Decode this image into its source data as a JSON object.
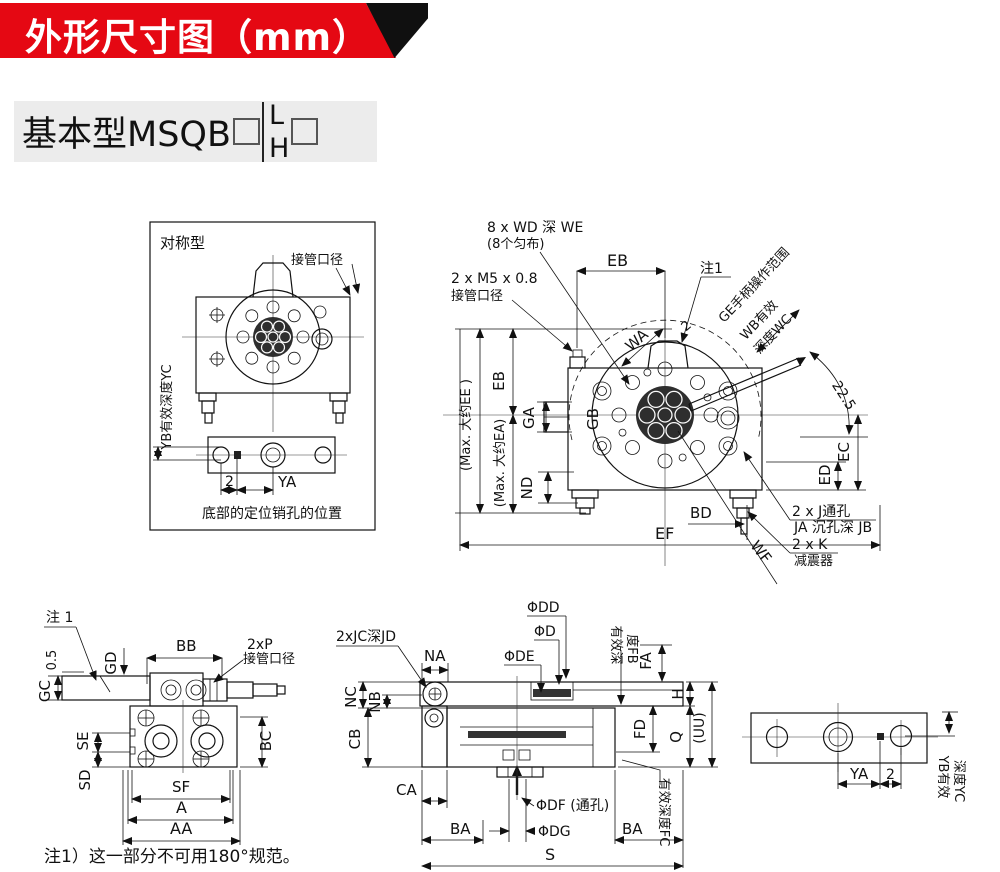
{
  "header": {
    "title": "外形尺寸图（mm）",
    "banner_color": "#e50813"
  },
  "model_line": {
    "prefix": "基本型",
    "code": "MSQB",
    "top_option": "L",
    "bottom_option": "H"
  },
  "symmetric_view": {
    "title": "对称型",
    "port_label": "接管口径",
    "depth_label": "YB有效深度YC",
    "dim_2": "2",
    "dim_ya": "YA",
    "caption": "底部的定位销孔的位置"
  },
  "main_view": {
    "bolt_label_1": "8 x WD 深 WE",
    "bolt_label_2": "(8个匀布)",
    "dim_eb_top": "EB",
    "note1": "注1",
    "port_label_1": "2 x M5 x 0.8",
    "port_label_2": "接管口径",
    "dim_wa": "WA",
    "dim_2": "2",
    "handle_label": "GE手柄操作范围",
    "wb_label_1": "WB有效",
    "wb_label_2": "深度WC",
    "angle": "22.5",
    "dim_ee": "(Max. 大约EE )",
    "dim_eb_left": "EB",
    "dim_ea": "(Max. 大约EA)",
    "dim_ga": "GA",
    "dim_gb": "GB",
    "dim_nd": "ND",
    "dim_ec": "EC",
    "dim_ed": "ED",
    "dim_bd": "BD",
    "dim_ef": "EF",
    "dim_wf": "WF",
    "j_label_1": "2 x J通孔",
    "j_label_2": "JA 沉孔深 JB",
    "k_label_1": "2 x K",
    "k_label_2": "减震器"
  },
  "bottom_view": {
    "note1": "注 1",
    "dim_05": "0.5",
    "dim_gc": "GC",
    "dim_gd": "GD",
    "dim_bb": "BB",
    "port_label_1": "2xP",
    "port_label_2": "接管口径",
    "dim_se": "SE",
    "dim_sd": "SD",
    "dim_bc": "BC",
    "dim_sf": "SF",
    "dim_a": "A",
    "dim_aa": "AA"
  },
  "side_view": {
    "jc_label": "2xJC深JD",
    "dim_na": "NA",
    "dim_dd": "ΦDD",
    "dim_d": "ΦD",
    "dim_de": "ΦDE",
    "fb_label_1": "有效深",
    "fb_label_2": "度FB",
    "dim_fa": "FA",
    "dim_nc": "NC",
    "dim_nb": "NB",
    "dim_h": "H",
    "dim_cb": "CB",
    "dim_fd": "FD",
    "dim_q": "Q",
    "dim_uu": "(UU)",
    "dim_ca": "CA",
    "df_label": "ΦDF (通孔)",
    "dim_dg": "ΦDG",
    "dim_ba_left": "BA",
    "dim_ba_right": "BA",
    "dim_s": "S",
    "fc_label": "有效深度FC"
  },
  "plate_view": {
    "dim_ya": "YA",
    "dim_2": "2",
    "depth_label_1": "YB有效",
    "depth_label_2": "深度YC"
  },
  "footnote": "注1）这一部分不可用180°规范。"
}
